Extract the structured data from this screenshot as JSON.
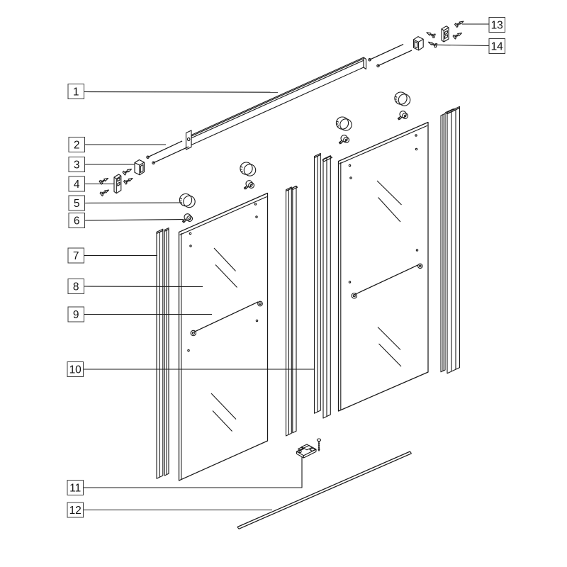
{
  "diagram": {
    "subject": "sliding-shower-door-exploded-parts-diagram",
    "background": "#ffffff",
    "line_color": "#1a1a1a",
    "leader_color": "#8c8c8c",
    "label_box": {
      "fill": "#ffffff",
      "border": "#3c3c3c",
      "text": "#151515"
    },
    "callouts": [
      {
        "num": "1",
        "part": "top-rail"
      },
      {
        "num": "2",
        "part": "rail-support-tubes"
      },
      {
        "num": "3",
        "part": "rail-end-sleeve"
      },
      {
        "num": "4",
        "part": "wall-mount-plate"
      },
      {
        "num": "5",
        "part": "door-roller"
      },
      {
        "num": "6",
        "part": "roller-bolt"
      },
      {
        "num": "7",
        "part": "left-wall-profile"
      },
      {
        "num": "8",
        "part": "glass-door-panel"
      },
      {
        "num": "9",
        "part": "towel-bar-handle"
      },
      {
        "num": "10",
        "part": "center-wall-profile"
      },
      {
        "num": "11",
        "part": "bottom-door-guide"
      },
      {
        "num": "12",
        "part": "bottom-rail"
      },
      {
        "num": "13",
        "part": "bracket-screws"
      },
      {
        "num": "14",
        "part": "end-cap-screws"
      }
    ]
  }
}
